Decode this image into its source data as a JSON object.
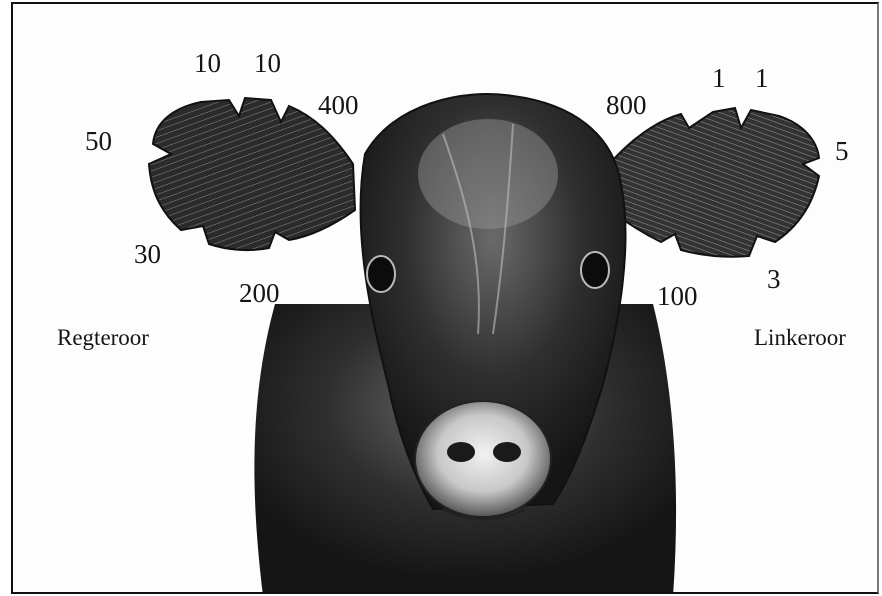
{
  "figure": {
    "labels": {
      "right_ear_top_a": "10",
      "right_ear_top_b": "10",
      "right_ear_tip": "50",
      "right_ear_bottom": "30",
      "right_ear_base_bottom": "200",
      "right_ear_base_top": "400",
      "left_ear_base_top": "800",
      "left_ear_top_a": "1",
      "left_ear_top_b": "1",
      "left_ear_tip": "5",
      "left_ear_bottom": "3",
      "left_ear_base_bottom": "100"
    },
    "sides": {
      "right": "Regteroor",
      "left": "Linkeroor"
    }
  },
  "colors": {
    "ink": "#151515",
    "hide": "#2a2a2a",
    "highlight": "#e8e8e8"
  }
}
